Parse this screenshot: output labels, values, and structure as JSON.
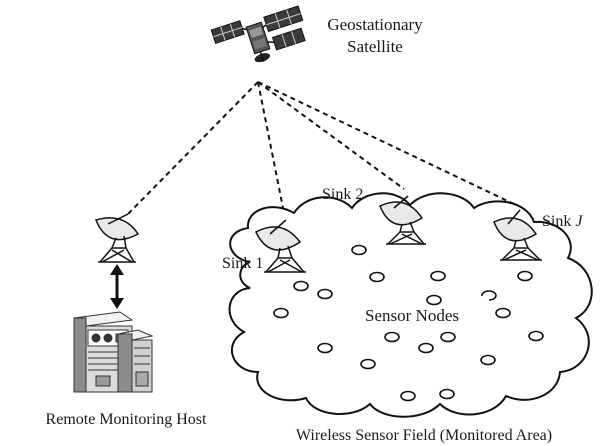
{
  "diagram": {
    "satellite": {
      "label_line1": "Geostationary",
      "label_line2": "Satellite"
    },
    "sinks": [
      {
        "id": "sink-1",
        "label": "Sink 1"
      },
      {
        "id": "sink-2",
        "label": "Sink 2"
      },
      {
        "id": "sink-j",
        "label_prefix": "Sink ",
        "label_italic": "J"
      }
    ],
    "field": {
      "inner_label": "Sensor Nodes",
      "caption": "Wireless Sensor Field (Monitored Area)"
    },
    "host": {
      "caption": "Remote Monitoring Host"
    },
    "colors": {
      "line": "#111111",
      "cloud_fill": "#ffffff",
      "node_fill": "#ffffff",
      "dish_fill": "#e9e9e9",
      "host_light": "#dcdcdc",
      "host_dark": "#8c8c8c"
    }
  }
}
